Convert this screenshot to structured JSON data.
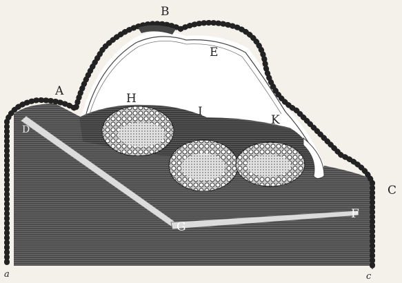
{
  "labels": {
    "A": "A",
    "B": "B",
    "C": "C",
    "D": "D",
    "E": "E",
    "F": "F",
    "G": "G",
    "H": "H",
    "I": "I",
    "K": "K",
    "a": "a",
    "c": "c"
  },
  "colors": {
    "paper": "#f4f1ea",
    "ink": "#2a2a2a",
    "tissue_dark": "#555555",
    "tissue_mid": "#7a7a7a",
    "cavity": "#ffffff"
  }
}
